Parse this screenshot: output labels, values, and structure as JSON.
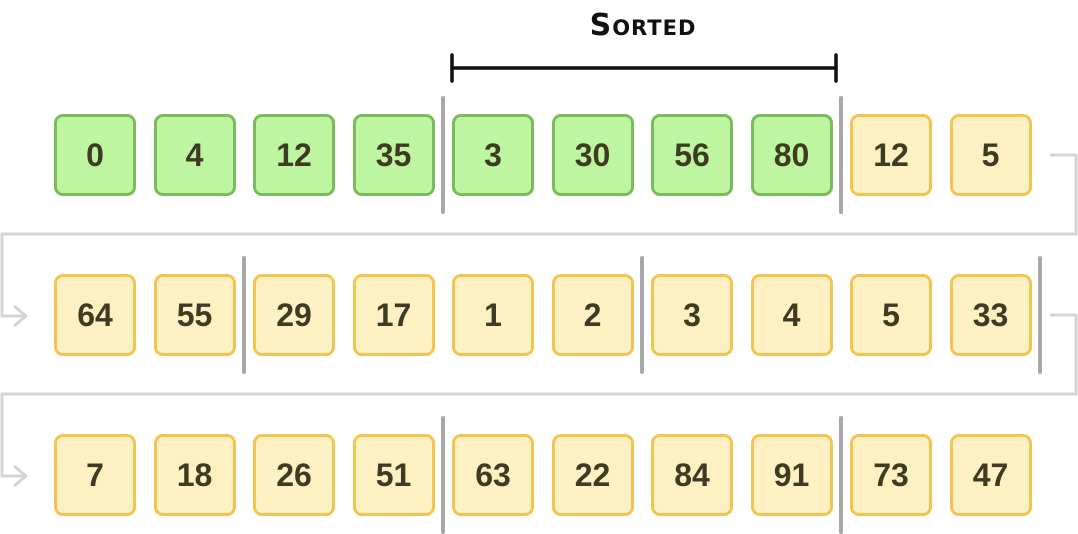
{
  "title": "Sorted",
  "colors": {
    "sorted_fill": "#bdf5a0",
    "sorted_border": "#7cba5f",
    "unsorted_fill": "#fdf0c2",
    "unsorted_border": "#f5c352",
    "separator": "#a8a8a8",
    "connector": "#d4d4d4"
  },
  "rows": [
    {
      "cells": [
        {
          "value": "0",
          "state": "sorted"
        },
        {
          "value": "4",
          "state": "sorted"
        },
        {
          "value": "12",
          "state": "sorted"
        },
        {
          "value": "35",
          "state": "sorted"
        },
        {
          "value": "3",
          "state": "sorted"
        },
        {
          "value": "30",
          "state": "sorted"
        },
        {
          "value": "56",
          "state": "sorted"
        },
        {
          "value": "80",
          "state": "sorted"
        },
        {
          "value": "12",
          "state": "unsorted"
        },
        {
          "value": "5",
          "state": "unsorted"
        }
      ],
      "separators_after": [
        4,
        8
      ]
    },
    {
      "cells": [
        {
          "value": "64",
          "state": "unsorted"
        },
        {
          "value": "55",
          "state": "unsorted"
        },
        {
          "value": "29",
          "state": "unsorted"
        },
        {
          "value": "17",
          "state": "unsorted"
        },
        {
          "value": "1",
          "state": "unsorted"
        },
        {
          "value": "2",
          "state": "unsorted"
        },
        {
          "value": "3",
          "state": "unsorted"
        },
        {
          "value": "4",
          "state": "unsorted"
        },
        {
          "value": "5",
          "state": "unsorted"
        },
        {
          "value": "33",
          "state": "unsorted"
        }
      ],
      "separators_after": [
        2,
        6,
        10
      ]
    },
    {
      "cells": [
        {
          "value": "7",
          "state": "unsorted"
        },
        {
          "value": "18",
          "state": "unsorted"
        },
        {
          "value": "26",
          "state": "unsorted"
        },
        {
          "value": "51",
          "state": "unsorted"
        },
        {
          "value": "63",
          "state": "unsorted"
        },
        {
          "value": "22",
          "state": "unsorted"
        },
        {
          "value": "84",
          "state": "unsorted"
        },
        {
          "value": "91",
          "state": "unsorted"
        },
        {
          "value": "73",
          "state": "unsorted"
        },
        {
          "value": "47",
          "state": "unsorted"
        }
      ],
      "separators_after": [
        4,
        8
      ]
    }
  ]
}
